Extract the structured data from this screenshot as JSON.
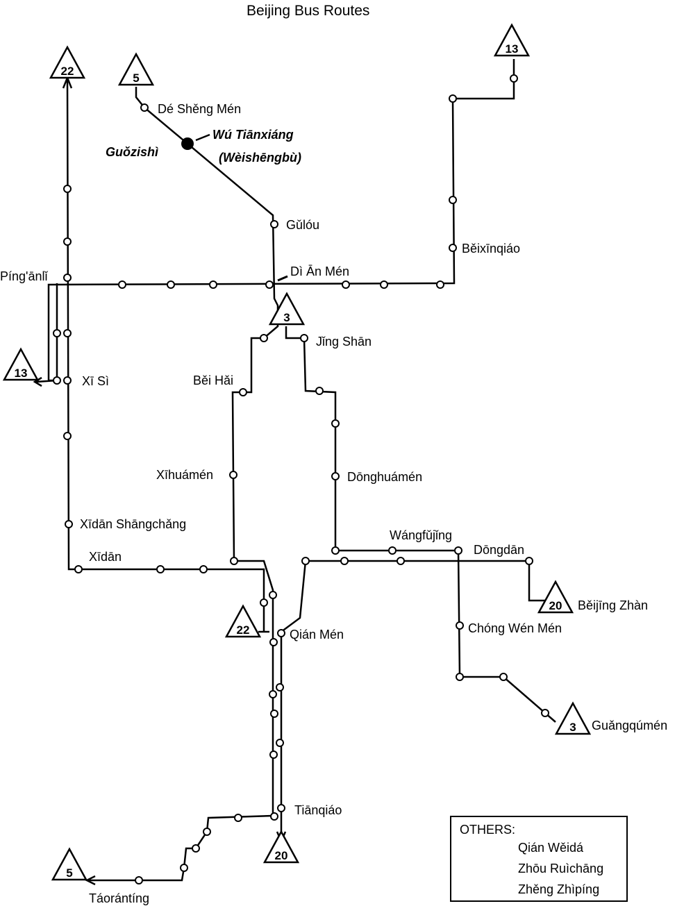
{
  "title": "Beijing Bus Routes",
  "routes": [
    "22",
    "13",
    "5",
    "3",
    "20"
  ],
  "stations": {
    "de_sheng_men": "Dé Shěng Mén",
    "wu_tianxiang": "Wú Tiānxiáng",
    "weishengbu": "(Wèishēngbù)",
    "guozishi": "Guǒzishì",
    "gulou": "Gǔlóu",
    "pinganli": "Píng'ānlǐ",
    "di_an_men": "Dì Ān Mén",
    "beixinqiao": "Běixīnqiáo",
    "jing_shan": "Jǐng Shān",
    "xi_si": "Xī Sì",
    "bei_hai": "Běi Hǎi",
    "xihuamen": "Xīhuámén",
    "donghuamen": "Dōnghuámén",
    "xidan_shangchang": "Xīdān Shāngchǎng",
    "wangfujing": "Wángfǔjǐng",
    "dongdan": "Dōngdān",
    "xidan": "Xīdān",
    "beijing_zhan": "Běijīng Zhàn",
    "chong_wen_men": "Chóng Wén Mén",
    "qian_men": "Qián Mén",
    "guangqumen": "Guǎngqúmén",
    "tianqiao": "Tiānqiáo",
    "taoranting": "Táorántíng"
  },
  "others": {
    "heading": "OTHERS:",
    "names": [
      "Qián Wěidá",
      "Zhōu Ruìchāng",
      "Zhěng Zhìpíng"
    ]
  }
}
